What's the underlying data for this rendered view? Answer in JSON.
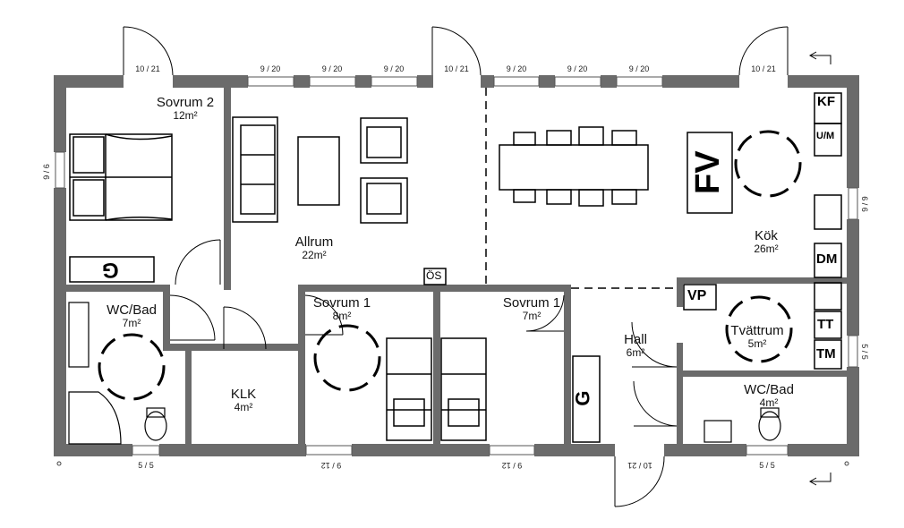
{
  "rooms": {
    "sovrum2": {
      "name": "Sovrum 2",
      "area": "12m²"
    },
    "allrum": {
      "name": "Allrum",
      "area": "22m²"
    },
    "kok": {
      "name": "Kök",
      "area": "26m²"
    },
    "wcbad_left": {
      "name": "WC/Bad",
      "area": "7m²"
    },
    "klk": {
      "name": "KLK",
      "area": "4m²"
    },
    "sovrum1_a": {
      "name": "Sovrum 1",
      "area": "8m²"
    },
    "sovrum1_b": {
      "name": "Sovrum 1",
      "area": "7m²"
    },
    "hall": {
      "name": "Hall",
      "area": "6m²"
    },
    "tvattrum": {
      "name": "Tvättrum",
      "area": "5m²"
    },
    "wcbad_right": {
      "name": "WC/Bad",
      "area": "4m²"
    }
  },
  "symbols": {
    "fv": "FV",
    "os": "ÖS",
    "vp": "VP",
    "kfum": "KF",
    "kfum2": "U/M",
    "dm": "DM",
    "tt": "TT",
    "tm": "TM",
    "g_left": "G",
    "g_right": "G"
  },
  "dimensions": {
    "top": [
      "10 / 21",
      "9 / 20",
      "9 / 20",
      "9 / 20",
      "10 / 21",
      "9 / 20",
      "9 / 20",
      "9 / 20",
      "10 / 21"
    ],
    "left": "9 / 6",
    "right_kok": "6 / 6",
    "right_tvatt": "5 / 5",
    "bottom": [
      "5 / 5",
      "9 / 12",
      "9 / 12",
      "10 / 21",
      "5 / 5"
    ]
  }
}
